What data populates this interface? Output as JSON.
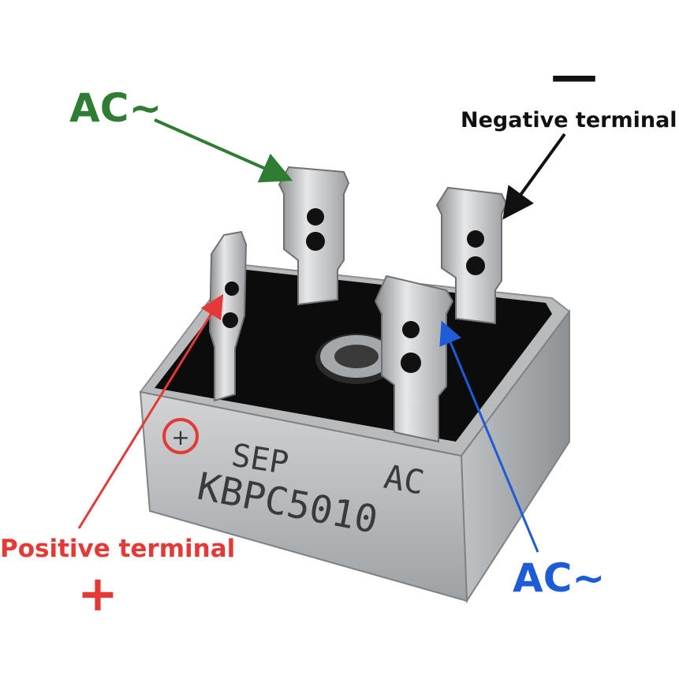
{
  "labels": {
    "ac_top": "AC~",
    "negative_terminal": "Negative terminal",
    "negative_symbol": "—",
    "positive_terminal": "Positive terminal",
    "positive_symbol": "+",
    "ac_bottom": "AC~"
  },
  "markings": {
    "polarity_symbol": "+",
    "brand_logo": "SEP",
    "pin_label": "AC",
    "part_number": "KBPC5010"
  },
  "colors": {
    "ac_top": "#2e7d32",
    "negative": "#111111",
    "positive": "#e53935",
    "ac_bottom": "#1e5bd6",
    "case": "#b9bcbe"
  }
}
